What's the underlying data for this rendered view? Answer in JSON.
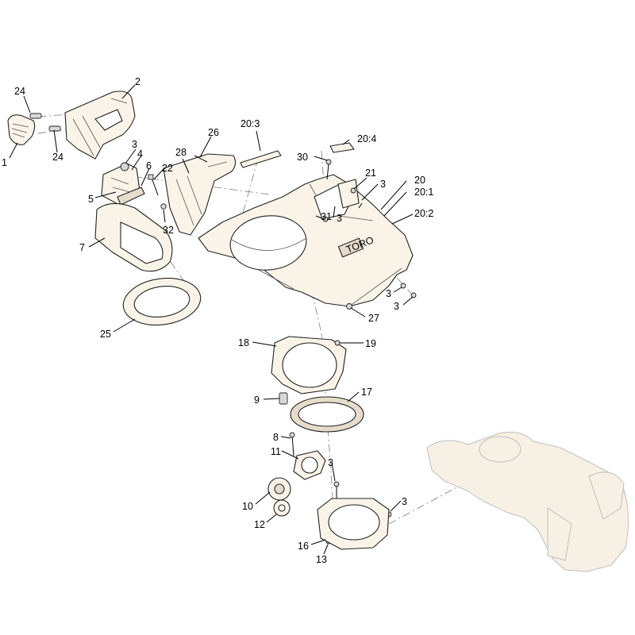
{
  "callouts": {
    "c1": "1",
    "c2": "2",
    "c3a": "3",
    "c3b": "3",
    "c3c": "3",
    "c3d": "3",
    "c3e": "3",
    "c3f": "3",
    "c3g": "3",
    "c4": "4",
    "c5": "5",
    "c6": "6",
    "c7": "7",
    "c8": "8",
    "c9": "9",
    "c10": "10",
    "c11": "11",
    "c12": "12",
    "c13": "13",
    "c16": "16",
    "c17": "17",
    "c18": "18",
    "c19": "19",
    "c20": "20",
    "c20_1": "20:1",
    "c20_2": "20:2",
    "c20_3": "20:3",
    "c20_4": "20:4",
    "c21": "21",
    "c22": "22",
    "c24a": "24",
    "c24b": "24",
    "c25": "25",
    "c26": "26",
    "c27": "27",
    "c28": "28",
    "c30": "30",
    "c31": "31",
    "c32": "32"
  },
  "decal": {
    "text": "TORO"
  }
}
